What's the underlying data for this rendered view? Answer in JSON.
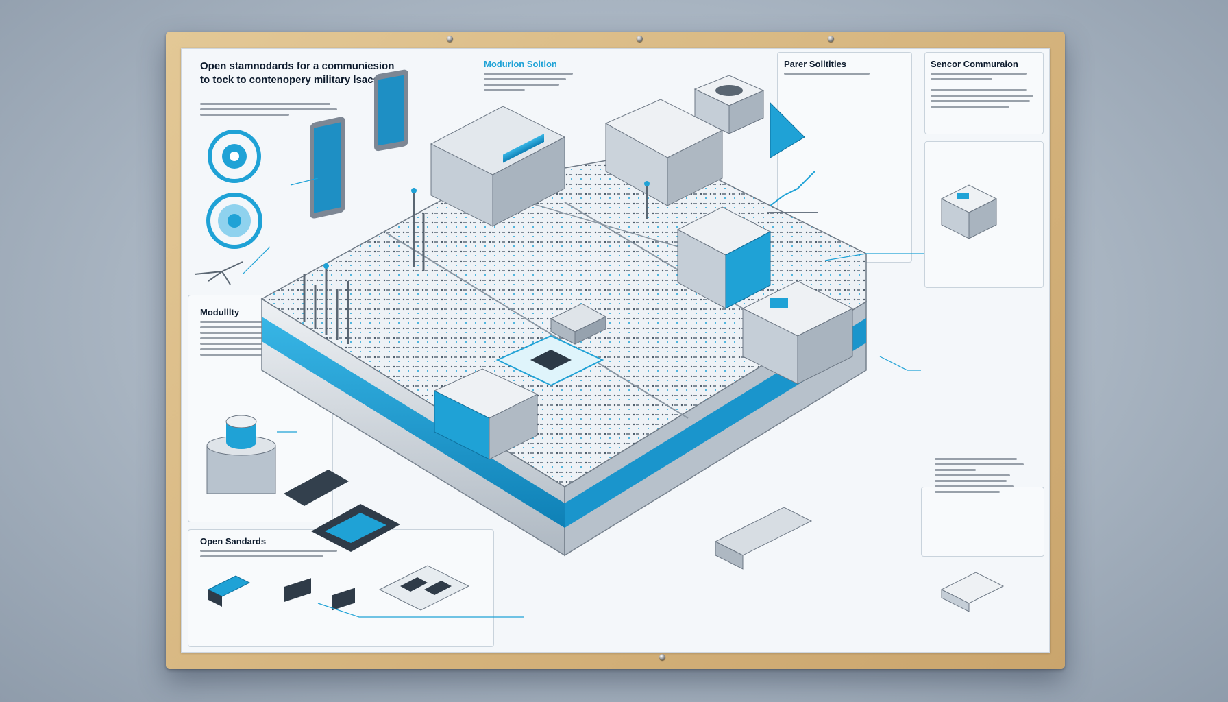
{
  "headline": {
    "line1": "Open stamnodards for a communiesion",
    "line2": "to tock to contenopery military lsacs."
  },
  "sections": {
    "modular": "Modurion Soltion",
    "power": "Parer Solltities",
    "sensor": "Sencor Commuraion",
    "modularity": "Modulllty",
    "open_standards": "Open Sandards"
  },
  "colors": {
    "accent": "#1fa2d6",
    "accent_dark": "#0e6f9c",
    "ink": "#0c1a2c",
    "metal": "#c9d0d8"
  }
}
